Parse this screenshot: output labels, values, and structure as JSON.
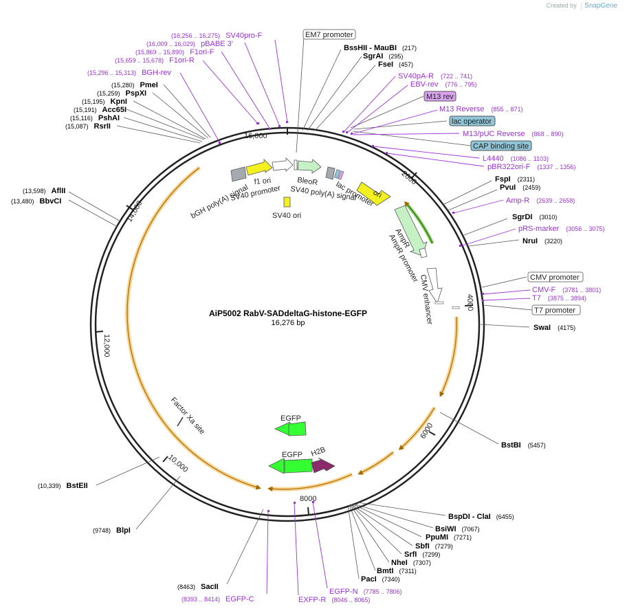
{
  "credit": {
    "prefix": "Created by",
    "brand": "SnapGene"
  },
  "plasmid": {
    "name": "AiP5002 RabV-SADdeltaG-histone-EGFP",
    "length": "16,276 bp",
    "total_bp": 16276
  },
  "colors": {
    "primer": "#9b30d9",
    "enzyme": "#000000",
    "backbone": "#222222",
    "orf_arc": "#f5c97a",
    "lac_operator": "#8fc5d6",
    "m13_rev": "#d9a3ee"
  },
  "tick_labels": [
    "2000",
    "4000",
    "6000",
    "8000",
    "10,000",
    "12,000",
    "14,000",
    "16,000"
  ],
  "enzymes": [
    {
      "name": "BssHII",
      "suffix": " - MauBI",
      "pos": "(217)"
    },
    {
      "name": "SgrAI",
      "pos": "(295)"
    },
    {
      "name": "FseI",
      "pos": "(457)"
    },
    {
      "name": "FspI",
      "pos": "(2311)"
    },
    {
      "name": "PvuI",
      "pos": "(2459)"
    },
    {
      "name": "SgrDI",
      "pos": "(3010)"
    },
    {
      "name": "NruI",
      "pos": "(3220)"
    },
    {
      "name": "SwaI",
      "pos": "(4175)"
    },
    {
      "name": "BstBI",
      "pos": "(5457)"
    },
    {
      "name": "BspDI",
      "suffix": " - ClaI",
      "pos": "(6455)"
    },
    {
      "name": "BsiWI",
      "pos": "(7067)"
    },
    {
      "name": "PpuMI",
      "pos": "(7271)"
    },
    {
      "name": "SbfI",
      "pos": "(7279)"
    },
    {
      "name": "SrfI",
      "pos": "(7299)"
    },
    {
      "name": "NheI",
      "pos": "(7307)"
    },
    {
      "name": "BmtI",
      "pos": "(7311)"
    },
    {
      "name": "PacI",
      "pos": "(7340)"
    },
    {
      "name": "SacII",
      "pos": "(8463)"
    },
    {
      "name": "BlpI",
      "pos": "(9748)"
    },
    {
      "name": "BstEII",
      "pos": "(10,339)"
    },
    {
      "name": "BbvCI",
      "pos": "(13,480)"
    },
    {
      "name": "AflII",
      "pos": "(13,598)"
    },
    {
      "name": "RsrII",
      "pos": "(15,087)"
    },
    {
      "name": "PshAI",
      "pos": "(15,116)"
    },
    {
      "name": "Acc65I",
      "pos": "(15,191)"
    },
    {
      "name": "KpnI",
      "pos": "(15,195)"
    },
    {
      "name": "PspXI",
      "pos": "(15,259)"
    },
    {
      "name": "PmeI",
      "pos": "(15,280)"
    }
  ],
  "primers": [
    {
      "name": "SV40pA-R",
      "pos": "(722 .. 741)"
    },
    {
      "name": "EBV-rev",
      "pos": "(776 .. 795)"
    },
    {
      "name": "M13 Reverse",
      "pos": "(855 .. 871)"
    },
    {
      "name": "M13/pUC Reverse",
      "pos": "(868 .. 890)"
    },
    {
      "name": "L4440",
      "pos": "(1086 .. 1103)"
    },
    {
      "name": "pBR322ori-F",
      "pos": "(1337 .. 1356)"
    },
    {
      "name": "Amp-R",
      "pos": "(2639 .. 2658)"
    },
    {
      "name": "pRS-marker",
      "pos": "(3056 .. 3075)"
    },
    {
      "name": "CMV-F",
      "pos": "(3781 .. 3801)"
    },
    {
      "name": "T7",
      "pos": "(3875 .. 3894)"
    },
    {
      "name": "EGFP-N",
      "pos": "(7785 .. 7806)"
    },
    {
      "name": "EXFP-R",
      "pos": "(8046 .. 8065)"
    },
    {
      "name": "EGFP-C",
      "pos": "(8393 .. 8414)"
    },
    {
      "name": "BGH-rev",
      "pos": "(15,296 .. 15,313)"
    },
    {
      "name": "F1ori-R",
      "pos": "(15,659 .. 15,678)"
    },
    {
      "name": "F1ori-F",
      "pos": "(15,869 .. 15,890)"
    },
    {
      "name": "pBABE 3'",
      "pos": "(16,009 .. 16,029)"
    },
    {
      "name": "SV40pro-F",
      "pos": "(16,256 .. 16,275)"
    }
  ],
  "boxed_labels": [
    "EM7 promoter",
    "M13 rev",
    "lac operator",
    "CAP binding site",
    "CMV promoter",
    "T7 promoter"
  ],
  "features": [
    "bGH poly(A) signal",
    "f1 ori",
    "SV40 promoter",
    "BleoR",
    "SV40 poly(A) signal",
    "lac promoter",
    "ori",
    "AmpR",
    "AmpR promoter",
    "CMV enhancer",
    "SV40 ori",
    "EGFP",
    "H2B",
    "Factor Xa site"
  ]
}
